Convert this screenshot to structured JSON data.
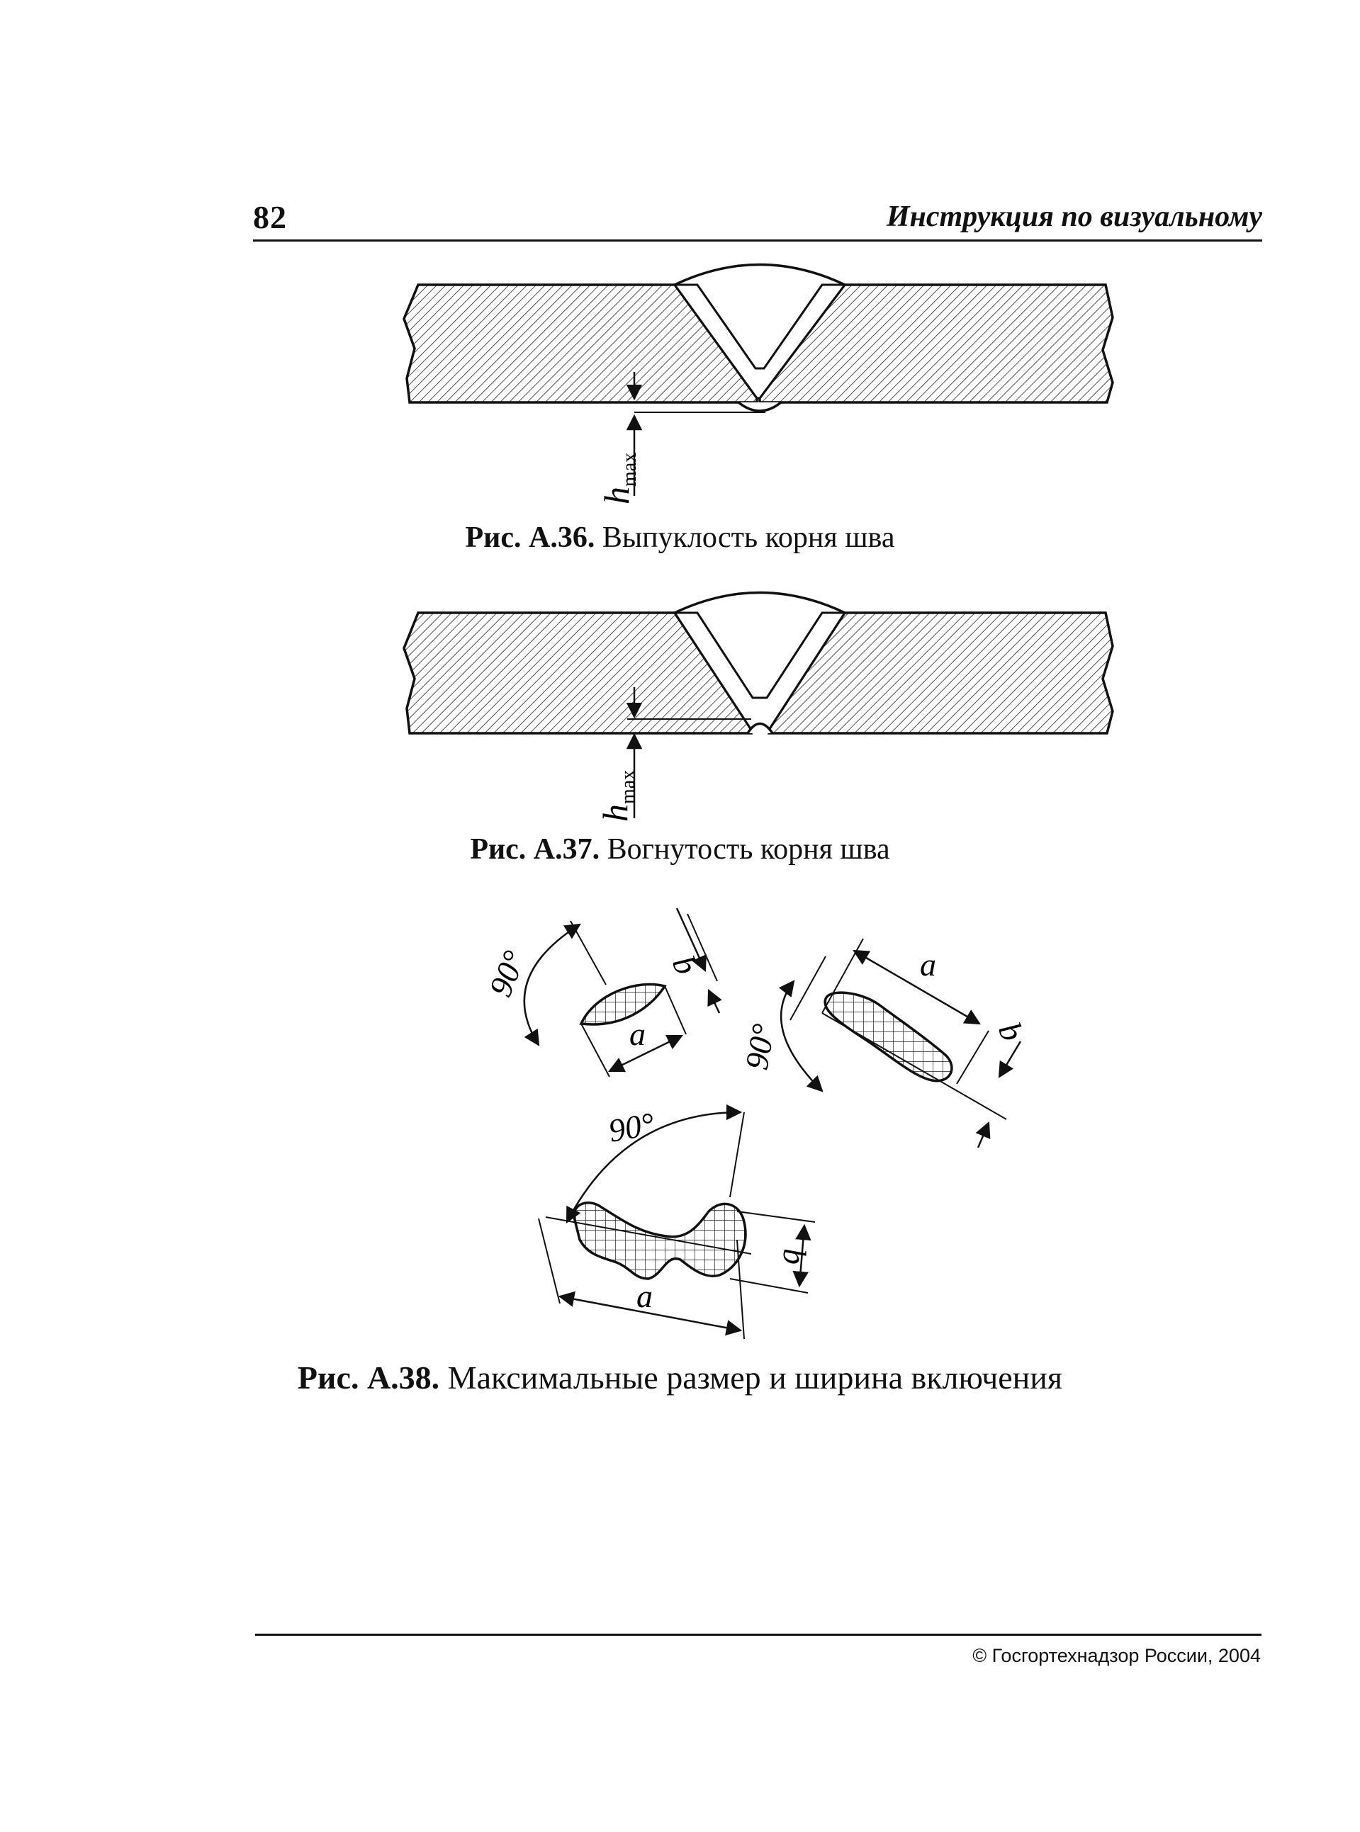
{
  "header": {
    "page_number": "82",
    "running_title": "Инструкция по визуальному"
  },
  "figures": [
    {
      "label": "Рис. А.36.",
      "title": "Выпуклость корня шва",
      "dimension_label": "h",
      "dimension_subscript": "max"
    },
    {
      "label": "Рис. А.37.",
      "title": "Вогнутость корня шва",
      "dimension_label": "h",
      "dimension_subscript": "max"
    },
    {
      "label": "Рис. А.38.",
      "title": "Максимальные размер и ширина включения",
      "labels": {
        "angle": "90°",
        "length": "a",
        "width": "b"
      }
    }
  ],
  "footer": {
    "copyright": "© Госгортехнадзор России, 2004"
  }
}
